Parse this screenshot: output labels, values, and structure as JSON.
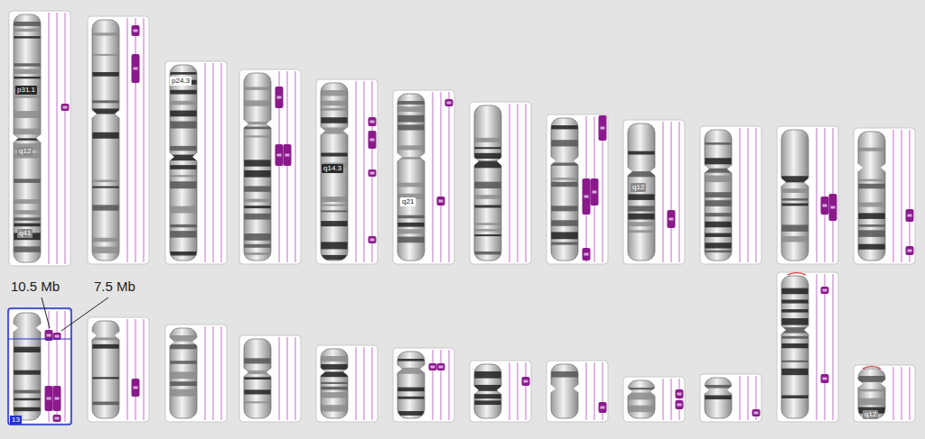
{
  "diagram": {
    "labels": [
      "p31.1",
      "q12",
      "q41",
      "p24.3",
      "q14.3",
      "q21",
      "q12",
      "10.5 Mb",
      "7.5 Mb",
      "13",
      "q12"
    ]
  }
}
